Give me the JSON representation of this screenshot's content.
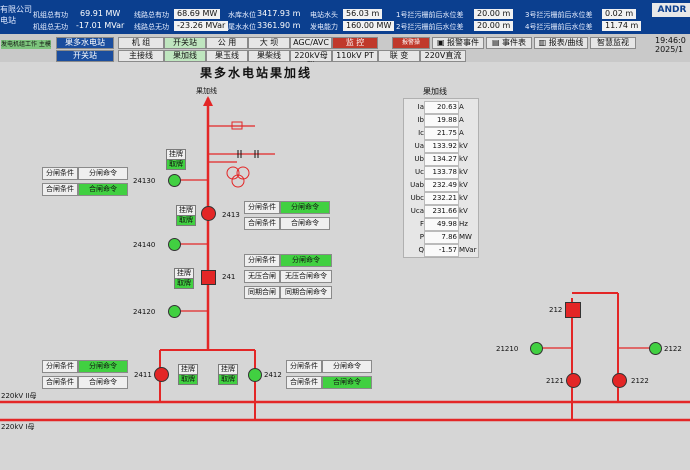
{
  "header": {
    "brand_lines": [
      "有限公司",
      "电站"
    ],
    "metrics_row1": [
      {
        "label": "机组总有功",
        "value": "69.91 MW"
      },
      {
        "label": "线路总有功",
        "value": "68.69 MW"
      },
      {
        "label": "水库水位",
        "value": "3417.93 m"
      },
      {
        "label": "电站水头",
        "value": "56.03 m"
      },
      {
        "label": "1号拦污栅前后水位差",
        "value": "20.00 m"
      },
      {
        "label": "3号拦污栅前后水位差",
        "value": "0.02 m"
      }
    ],
    "metrics_row2": [
      {
        "label": "机组总无功",
        "value": "-17.01 MVar"
      },
      {
        "label": "线路总无功",
        "value": "-23.26 MVar"
      },
      {
        "label": "尾水水位",
        "value": "3361.90 m"
      },
      {
        "label": "发电能力",
        "value": "160.00 MW"
      },
      {
        "label": "2号拦污栅前后水位差",
        "value": "20.00 m"
      },
      {
        "label": "4号拦污栅前后水位差",
        "value": "11.74 m"
      }
    ],
    "logo": "ANDR",
    "clock_time": "19:46:0",
    "clock_date": "2025/1"
  },
  "nav": {
    "left_status": "发电机组工作 主模",
    "btn_main_station": "果多水电站",
    "btn_switch_station": "开关站",
    "row1": [
      "机 组",
      "开关站",
      "公 用",
      "大 坝",
      "AGC/AVC",
      "监 控"
    ],
    "row2": [
      "主接线",
      "果加线",
      "果玉线",
      "果柴线",
      "220kV母联",
      "110kV PT",
      "联 变",
      "220V直流"
    ],
    "alarm_btn": "报警操",
    "right_buttons": [
      "报警事件",
      "事件表",
      "报表/曲线",
      "智慧监视"
    ]
  },
  "diagram": {
    "title": "果多水电站果加线",
    "line_label": "果加线",
    "meas_title": "果加线",
    "measurements": [
      {
        "key": "Ia",
        "value": "20.63",
        "unit": "A"
      },
      {
        "key": "Ib",
        "value": "19.88",
        "unit": "A"
      },
      {
        "key": "Ic",
        "value": "21.75",
        "unit": "A"
      },
      {
        "key": "Ua",
        "value": "133.92",
        "unit": "kV"
      },
      {
        "key": "Ub",
        "value": "134.27",
        "unit": "kV"
      },
      {
        "key": "Uc",
        "value": "133.78",
        "unit": "kV"
      },
      {
        "key": "Uab",
        "value": "232.49",
        "unit": "kV"
      },
      {
        "key": "Ubc",
        "value": "232.21",
        "unit": "kV"
      },
      {
        "key": "Uca",
        "value": "231.66",
        "unit": "kV"
      },
      {
        "key": "F",
        "value": "49.98",
        "unit": "Hz"
      },
      {
        "key": "P",
        "value": "7.86",
        "unit": "MW"
      },
      {
        "key": "Q",
        "value": "-1.57",
        "unit": "MVar"
      }
    ],
    "open_cond": "分闸条件",
    "open_cmd": "分闸命令",
    "close_cond": "合闸条件",
    "close_cmd": "合闸命令",
    "no_volt_close": "无压合闸",
    "no_volt_cmd": "无压合闸命令",
    "sync_close": "同期合闸",
    "sync_cmd": "同期合闸命令",
    "tag_hang": "挂牌",
    "tag_remove": "取牌",
    "sw_24130": "24130",
    "sw_2413": "2413",
    "sw_24140": "24140",
    "sw_241": "241",
    "sw_24120": "24120",
    "sw_2411": "2411",
    "sw_2412": "2412",
    "sw_212": "212",
    "sw_21210": "21210",
    "sw_2121": "2121",
    "sw_2122": "2122",
    "sw_2122x": "2122",
    "bus_II": "220kV II母",
    "bus_I": "220kV I母"
  }
}
